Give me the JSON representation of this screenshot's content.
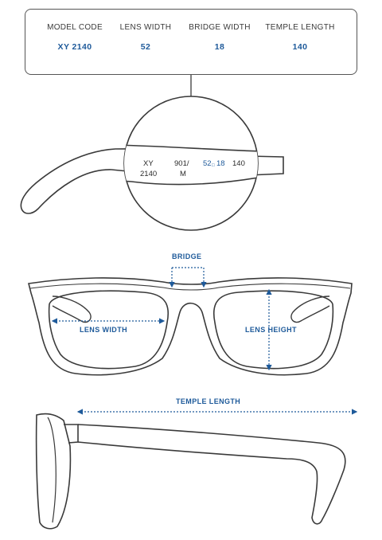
{
  "specs": [
    {
      "label": "MODEL CODE",
      "value": "XY 2140"
    },
    {
      "label": "LENS WIDTH",
      "value": "52"
    },
    {
      "label": "BRIDGE WIDTH",
      "value": "18"
    },
    {
      "label": "TEMPLE LENGTH",
      "value": "140"
    }
  ],
  "engraving": {
    "model_line1": "XY",
    "model_line2": "2140",
    "color_line1": "901/",
    "color_line2": "M",
    "lens": "52",
    "separator": "□",
    "bridge": "18",
    "temple": "140"
  },
  "dimensions": {
    "bridge": "BRIDGE",
    "lens_width": "LENS WIDTH",
    "lens_height": "LENS HEIGHT",
    "temple_length": "TEMPLE LENGTH"
  },
  "colors": {
    "accent": "#1e5a9a",
    "outline": "#3a3a3a"
  }
}
